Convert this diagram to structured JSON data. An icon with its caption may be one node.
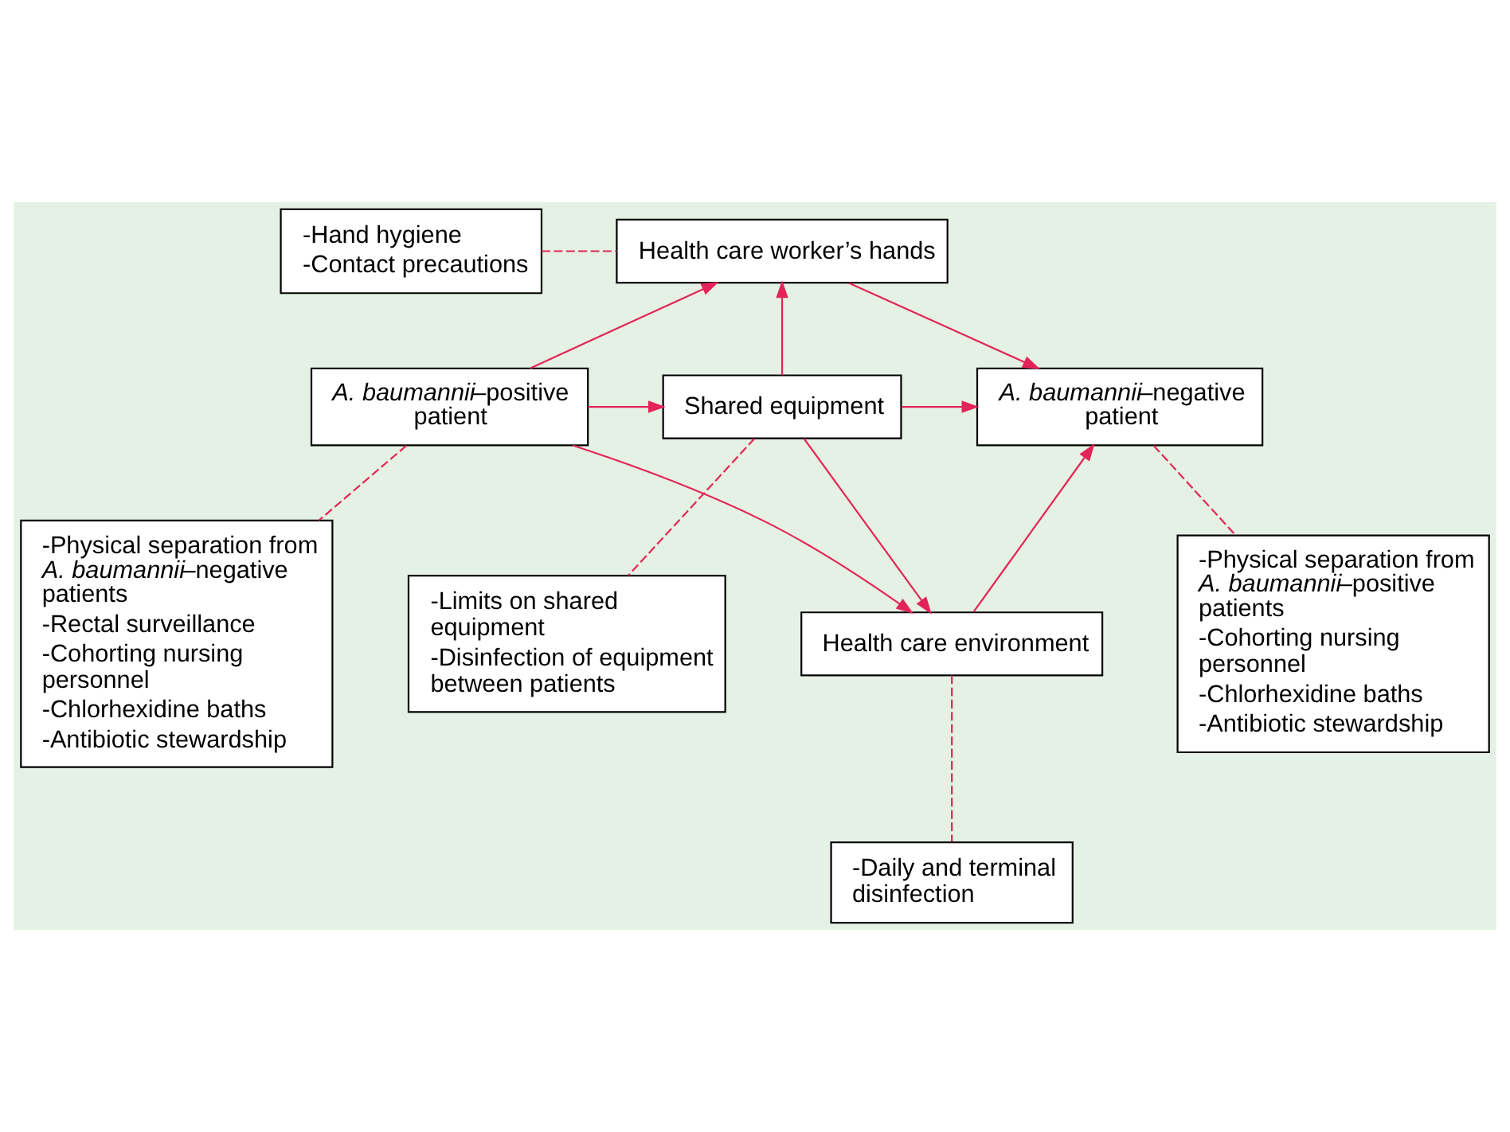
{
  "diagram": {
    "nodes": [
      {
        "text": [
          "-Hand hygiene",
          "-Contact precautions"
        ]
      },
      {
        "text": [
          "Health care worker’s hands"
        ]
      },
      {
        "text": [
          "*A. baumannii*–positive patient"
        ]
      },
      {
        "text": [
          "Shared equipment"
        ]
      },
      {
        "text": [
          "*A. baumannii*–negative patient"
        ]
      },
      {
        "text": [
          "Health care environment"
        ]
      },
      {
        "text": [
          "-Physical separation from *A. baumannii*–negative patients",
          "-Rectal surveillance",
          "-Cohorting nursing personnel",
          "-Chlorhexidine baths",
          "-Antibiotic stewardship"
        ]
      },
      {
        "text": [
          "-Daily and terminal disinfection"
        ]
      },
      {
        "text": [
          "-Physical separation from *A. baumannii*–positive patients",
          "-Cohorting nursing personnel",
          "-Chlorhexidine baths",
          "-Antibiotic stewardship"
        ]
      },
      {
        "text": [
          "-Limits on shared equipment",
          "-Disinfection of equipment between patients"
        ]
      }
    ],
    "edges": [
      {
        "from": 2,
        "to": 1,
        "arrow": "to"
      },
      {
        "from": 2,
        "to": 3,
        "arrow": "to"
      },
      {
        "from": 2,
        "to": 5,
        "arrow": "to"
      },
      {
        "from": 1,
        "to": 4,
        "arrow": "to"
      },
      {
        "from": 3,
        "to": 1,
        "arrow": "to"
      },
      {
        "from": 3,
        "to": 4,
        "arrow": "to"
      },
      {
        "from": 3,
        "to": 5,
        "arrow": "to"
      },
      {
        "from": 5,
        "to": 4,
        "arrow": "to"
      },
      {
        "from": 0,
        "to": 1,
        "arrow": "none",
        "style": "dashed"
      },
      {
        "from": 2,
        "to": 6,
        "arrow": "none",
        "style": "dashed"
      },
      {
        "from": 4,
        "to": 8,
        "arrow": "none",
        "style": "dashed"
      },
      {
        "from": 5,
        "to": 7,
        "arrow": "none",
        "style": "dashed"
      },
      {
        "from": 3,
        "to": 9,
        "arrow": "none",
        "style": "dashed"
      }
    ]
  }
}
